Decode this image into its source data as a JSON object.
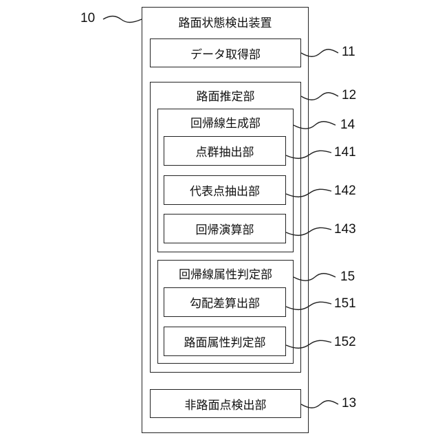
{
  "device": {
    "label": "路面状態検出装置",
    "ref": "10"
  },
  "data_acquisition": {
    "label": "データ取得部",
    "ref": "11"
  },
  "road_estimation": {
    "label": "路面推定部",
    "ref": "12"
  },
  "regression": {
    "label": "回帰線生成部",
    "ref": "14"
  },
  "point_extraction": {
    "label": "点群抽出部",
    "ref": "141"
  },
  "rep_extraction": {
    "label": "代表点抽出部",
    "ref": "142"
  },
  "regression_calc": {
    "label": "回帰演算部",
    "ref": "143"
  },
  "attr_decision": {
    "label": "回帰線属性判定部",
    "ref": "15"
  },
  "slope_calc": {
    "label": "勾配差算出部",
    "ref": "151"
  },
  "road_attr": {
    "label": "路面属性判定部",
    "ref": "152"
  },
  "non_road": {
    "label": "非路面点検出部",
    "ref": "13"
  }
}
